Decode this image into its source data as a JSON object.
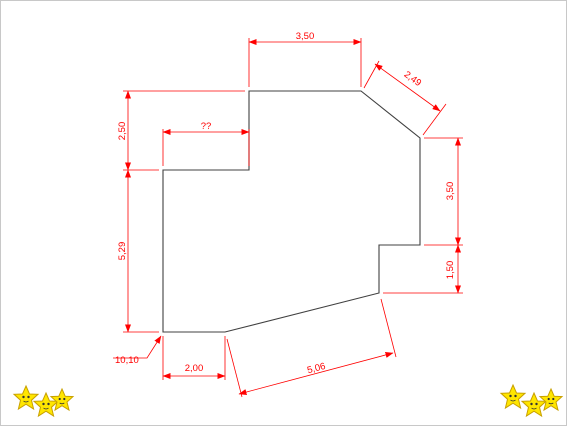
{
  "drawing": {
    "colors": {
      "outline": "#404040",
      "dimension": "#ff0000",
      "star_fill": "#ffe600",
      "star_stroke": "#c8a000"
    },
    "dimensions": {
      "top_width": "3,50",
      "chamfer": "2,49",
      "unknown_width": "??",
      "left_upper_height": "2,50",
      "left_lower_height": "5,29",
      "right_upper_height": "3,50",
      "right_lower_height": "1,50",
      "bottom_left_width": "2,00",
      "bottom_slope_length": "5,06",
      "origin_coordinate": "10,10"
    }
  },
  "decorations": {
    "left_icon": "star-cluster-icon",
    "right_icon": "star-cluster-icon"
  }
}
